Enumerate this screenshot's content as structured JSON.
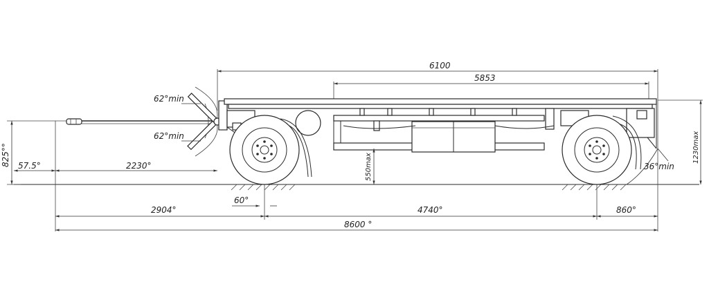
{
  "dimensions": {
    "overall_platform": "6100",
    "deck_length": "5853",
    "drawbar_angle_up": "62°min",
    "drawbar_angle_down": "62°min",
    "drawbar_height": "825°°",
    "drawbar_eye_offset": "57.5°",
    "drawbar_length": "2230°",
    "ground_clearance": "550max",
    "front_wheel_angle": "60°",
    "departure_angle": "36°min",
    "overall_height": "1230max",
    "front_to_axle": "2904°",
    "wheelbase": "4740°",
    "rear_overhang": "860°",
    "overall_length": "8600 °"
  }
}
